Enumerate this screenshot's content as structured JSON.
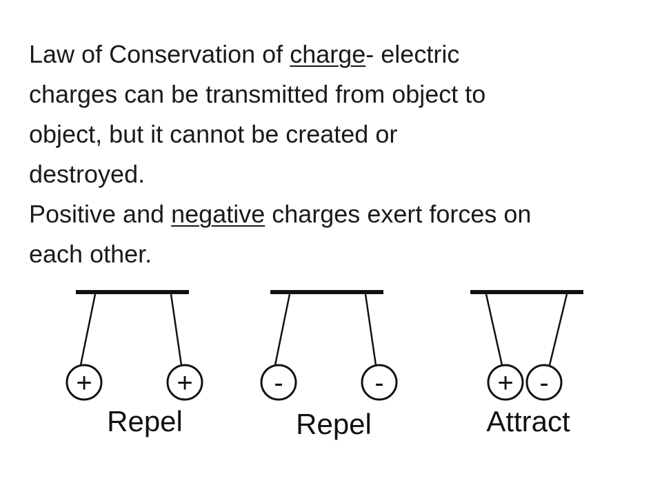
{
  "paragraph1": {
    "part1": "Law of Conservation of ",
    "term": "charge",
    "part2": "- electric",
    "line2": "charges can be transmitted from object to",
    "line3": "object, but it cannot be created or",
    "line4": "destroyed."
  },
  "paragraph2": {
    "part1": "Positive and ",
    "term": "negative",
    "part2": " charges exert forces on",
    "line2": "each other."
  },
  "diagrams": [
    {
      "left_sign": "+",
      "right_sign": "+",
      "label": "Repel"
    },
    {
      "left_sign": "-",
      "right_sign": "-",
      "label": "Repel"
    },
    {
      "left_sign": "+",
      "right_sign": "-",
      "label": "Attract"
    }
  ]
}
